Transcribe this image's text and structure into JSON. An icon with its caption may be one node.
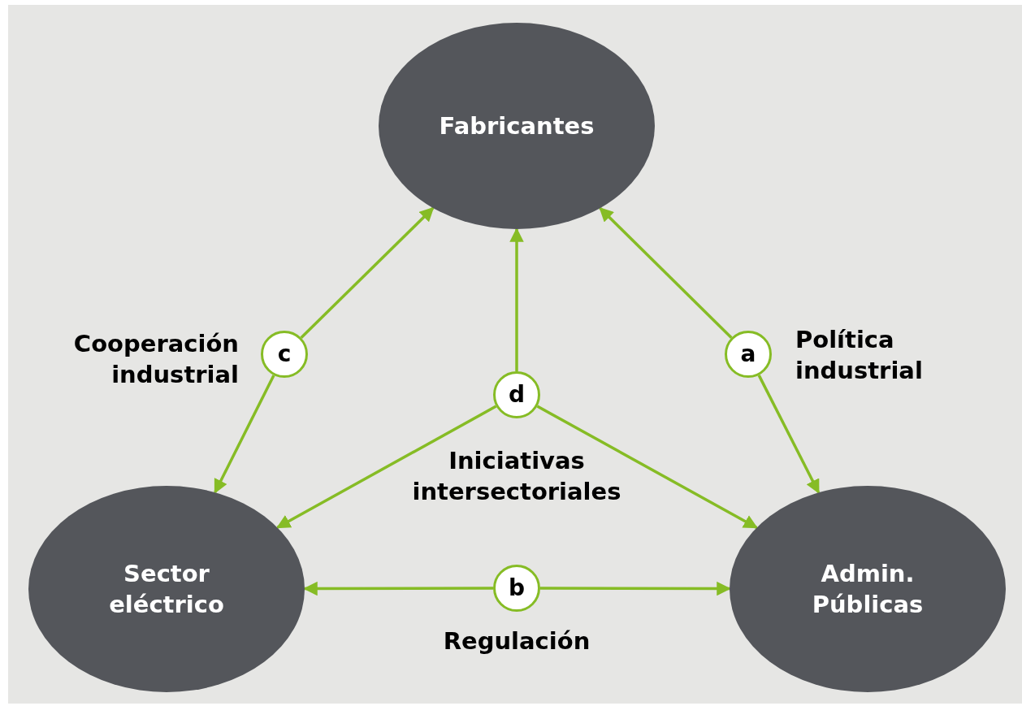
{
  "diagram": {
    "nodes": [
      {
        "text": [
          "Fabricantes"
        ]
      },
      {
        "text": [
          "Sector eléctrico"
        ]
      },
      {
        "text": [
          "Admin. Públicas"
        ]
      },
      {
        "text": [
          "c"
        ],
        "beside": [
          "Cooperación industrial"
        ]
      },
      {
        "text": [
          "a"
        ],
        "beside": [
          "Política industrial"
        ]
      },
      {
        "text": [
          "d"
        ],
        "beside": [
          "Iniciativas intersectoriales"
        ]
      },
      {
        "text": [
          "b"
        ],
        "beside": [
          "Regulación"
        ]
      }
    ],
    "edges": [
      {
        "from": 3,
        "to": 0,
        "arrow": "to"
      },
      {
        "from": 3,
        "to": 1,
        "arrow": "to"
      },
      {
        "from": 4,
        "to": 0,
        "arrow": "to"
      },
      {
        "from": 4,
        "to": 2,
        "arrow": "to"
      },
      {
        "from": 5,
        "to": 0,
        "arrow": "to"
      },
      {
        "from": 5,
        "to": 1,
        "arrow": "to"
      },
      {
        "from": 5,
        "to": 2,
        "arrow": "to"
      },
      {
        "from": 6,
        "to": 1,
        "arrow": "to"
      },
      {
        "from": 6,
        "to": 2,
        "arrow": "to"
      }
    ]
  }
}
